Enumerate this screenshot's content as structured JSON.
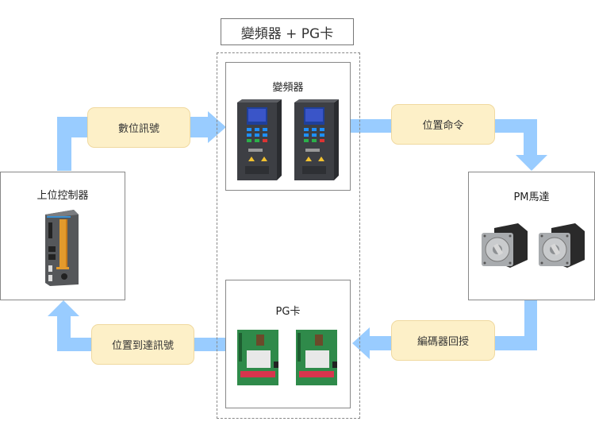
{
  "title": "變頻器 + PG卡",
  "colors": {
    "arrow": "#99ccff",
    "pill_fill": "#fdf0c8",
    "pill_border": "#f0d9a0",
    "node_border": "#888888"
  },
  "nodes": {
    "controller": {
      "label": "上位控制器",
      "image": "plc-controller-icon"
    },
    "inverter": {
      "label": "變頻器",
      "image": "inverter-drive-icon",
      "count": 2
    },
    "motor": {
      "label": "PM馬達",
      "image": "servo-motor-icon",
      "count": 2
    },
    "pg_card": {
      "label": "PG卡",
      "image": "pg-card-board-icon",
      "count": 2
    }
  },
  "signals": {
    "digital": "數位訊號",
    "position_command": "位置命令",
    "encoder_feedback": "編碼器回授",
    "position_reached": "位置到達訊號"
  }
}
